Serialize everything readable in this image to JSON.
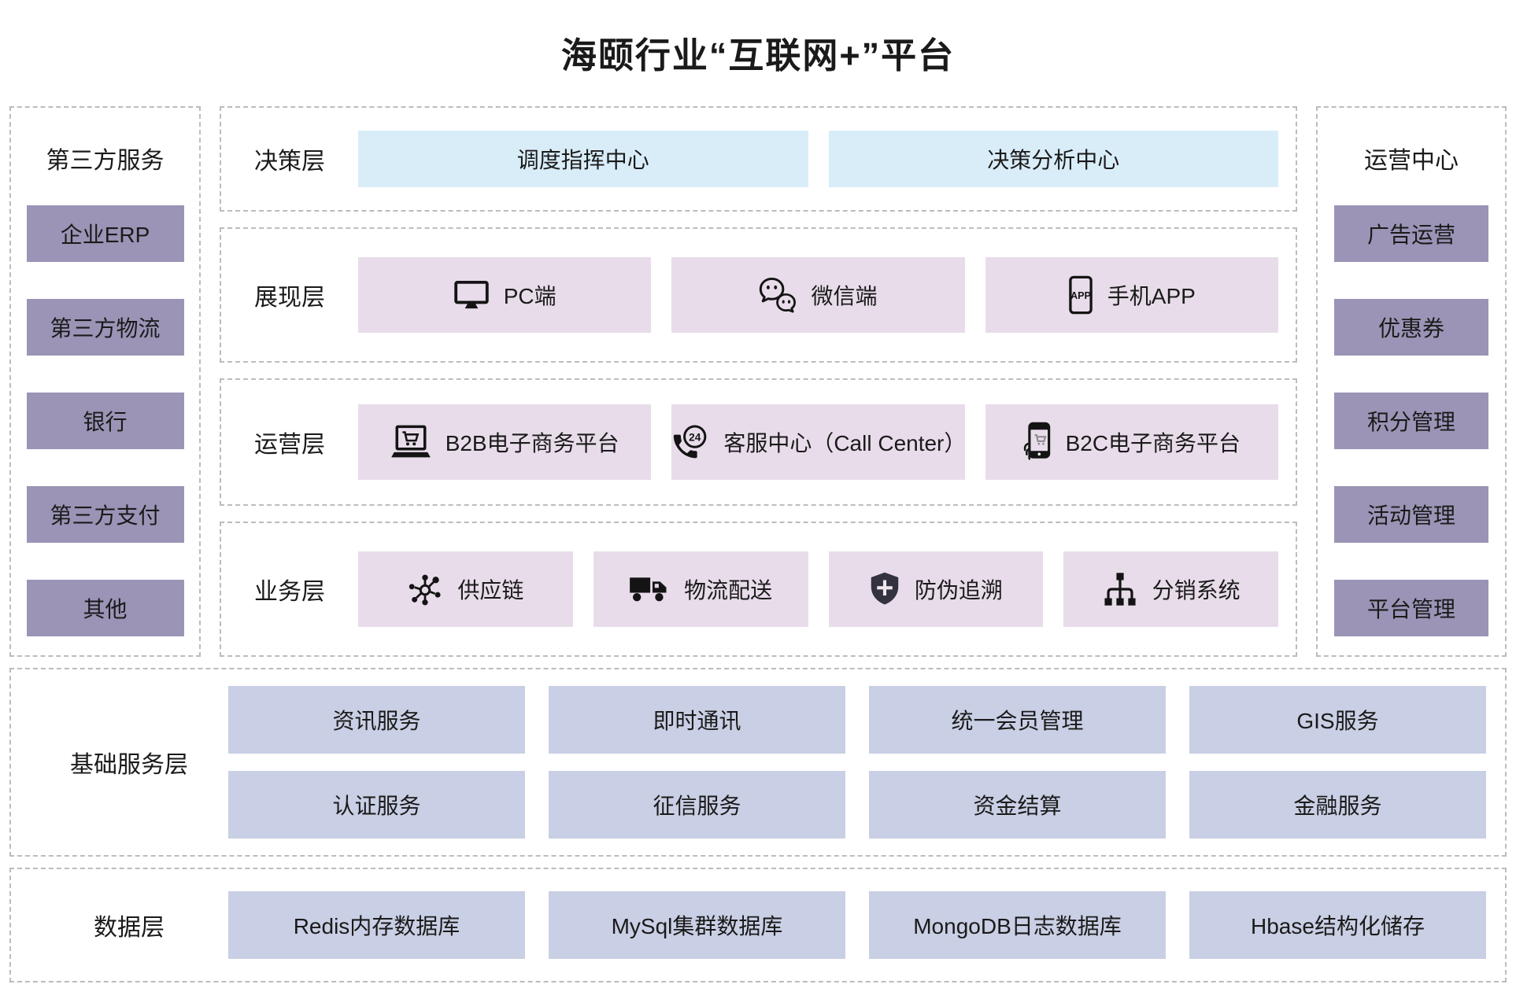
{
  "title": "海颐行业“互联网+”平台",
  "colors": {
    "decision_box": "#d9edf9",
    "app_box": "#e8dcea",
    "side_box": "#9b94b6",
    "service_box": "#c9cfe4",
    "dashed_border": "#bcbcbc",
    "text": "#1a1a1a"
  },
  "left_panel": {
    "title": "第三方服务",
    "items": [
      {
        "label": "企业ERP"
      },
      {
        "label": "第三方物流"
      },
      {
        "label": "银行"
      },
      {
        "label": "第三方支付"
      },
      {
        "label": "其他"
      }
    ]
  },
  "right_panel": {
    "title": "运营中心",
    "items": [
      {
        "label": "广告运营"
      },
      {
        "label": "优惠券"
      },
      {
        "label": "积分管理"
      },
      {
        "label": "活动管理"
      },
      {
        "label": "平台管理"
      }
    ]
  },
  "layers": [
    {
      "label": "决策层",
      "items": [
        {
          "text": "调度指挥中心"
        },
        {
          "text": "决策分析中心"
        }
      ]
    },
    {
      "label": "展现层",
      "items": [
        {
          "icon": "monitor-icon",
          "text": "PC端"
        },
        {
          "icon": "wechat-icon",
          "text": "微信端"
        },
        {
          "icon": "mobile-app-icon",
          "text": "手机APP"
        }
      ]
    },
    {
      "label": "运营层",
      "items": [
        {
          "icon": "laptop-cart-icon",
          "text": "B2B电子商务平台"
        },
        {
          "icon": "callcenter-24-icon",
          "text": "客服中心（Call Center）"
        },
        {
          "icon": "hand-phone-cart-icon",
          "text": "B2C电子商务平台"
        }
      ]
    },
    {
      "label": "业务层",
      "items": [
        {
          "icon": "supply-network-icon",
          "text": "供应链"
        },
        {
          "icon": "truck-icon",
          "text": "物流配送"
        },
        {
          "icon": "shield-plus-icon",
          "text": "防伪追溯"
        },
        {
          "icon": "distribution-tree-icon",
          "text": "分销系统"
        }
      ]
    }
  ],
  "bands": [
    {
      "label": "基础服务层",
      "rows": [
        [
          {
            "text": "资讯服务"
          },
          {
            "text": "即时通讯"
          },
          {
            "text": "统一会员管理"
          },
          {
            "text": "GIS服务"
          }
        ],
        [
          {
            "text": "认证服务"
          },
          {
            "text": "征信服务"
          },
          {
            "text": "资金结算"
          },
          {
            "text": "金融服务"
          }
        ]
      ]
    },
    {
      "label": "数据层",
      "rows": [
        [
          {
            "text": "Redis内存数据库"
          },
          {
            "text": "MySql集群数据库"
          },
          {
            "text": "MongoDB日志数据库"
          },
          {
            "text": "Hbase结构化储存"
          }
        ]
      ]
    }
  ]
}
